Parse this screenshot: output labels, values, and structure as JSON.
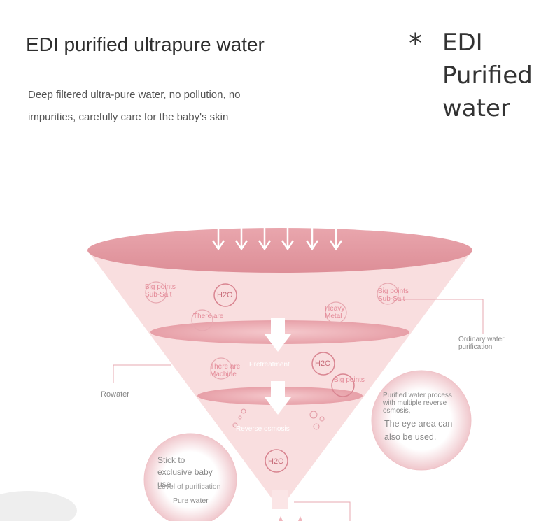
{
  "header": {
    "headline": "EDI purified ultrapure water",
    "description": "Deep filtered ultra-pure water, no pollution, no impurities, carefully care for the baby's skin",
    "asterisk": "*",
    "side_title": "EDI Purified water"
  },
  "funnel": {
    "top_left_tag": "Big points Sub-Salt",
    "top_right_tag": "Big points Sub-Salt",
    "h2o": "H2O",
    "heavy_metal": "Heavy Metal",
    "there_are": "There are",
    "there_are_machine": "There are Machine",
    "pretreatment": "Pretreatment",
    "big_points": "Big points",
    "reverse_osmosis": "Reverse osmosis"
  },
  "callouts": {
    "ordinary_water": "Ordinary water purification",
    "rowater": "Rowater",
    "process_note": "Purified water process with multiple reverse osmosis,",
    "eye_area": "The eye area can also be used.",
    "stick_exclusive": "Stick to exclusive baby use",
    "level": "Level of purification",
    "pure_water": "Pure water"
  },
  "colors": {
    "funnel_light": "#f7d6d7",
    "funnel_dark": "#e0949d",
    "accent": "#d9808c"
  }
}
